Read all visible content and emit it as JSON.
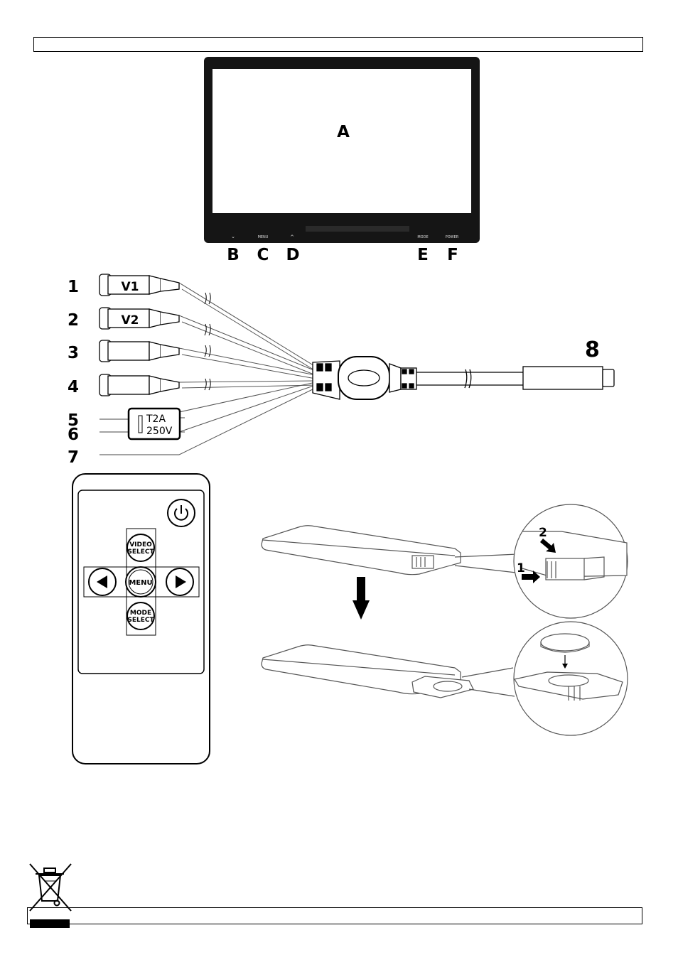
{
  "monitor": {
    "screen_label": "A",
    "button_labels": [
      "B",
      "C",
      "D",
      "E",
      "F"
    ],
    "bezel_texts": {
      "menu": "MENU",
      "mode": "MODE",
      "power": "POWER"
    }
  },
  "cable": {
    "numbers": [
      "1",
      "2",
      "3",
      "4",
      "5",
      "6",
      "7"
    ],
    "plug_texts": {
      "v1": "V1",
      "v2": "V2"
    },
    "fuse_text": [
      "T2A",
      "250V"
    ],
    "connector_number": "8"
  },
  "remote": {
    "video_select": [
      "VIDEO",
      "SELECT"
    ],
    "menu": "MENU",
    "mode_select": [
      "MODE",
      "SELECT"
    ]
  },
  "battery": {
    "steps": [
      "1",
      "2"
    ]
  }
}
